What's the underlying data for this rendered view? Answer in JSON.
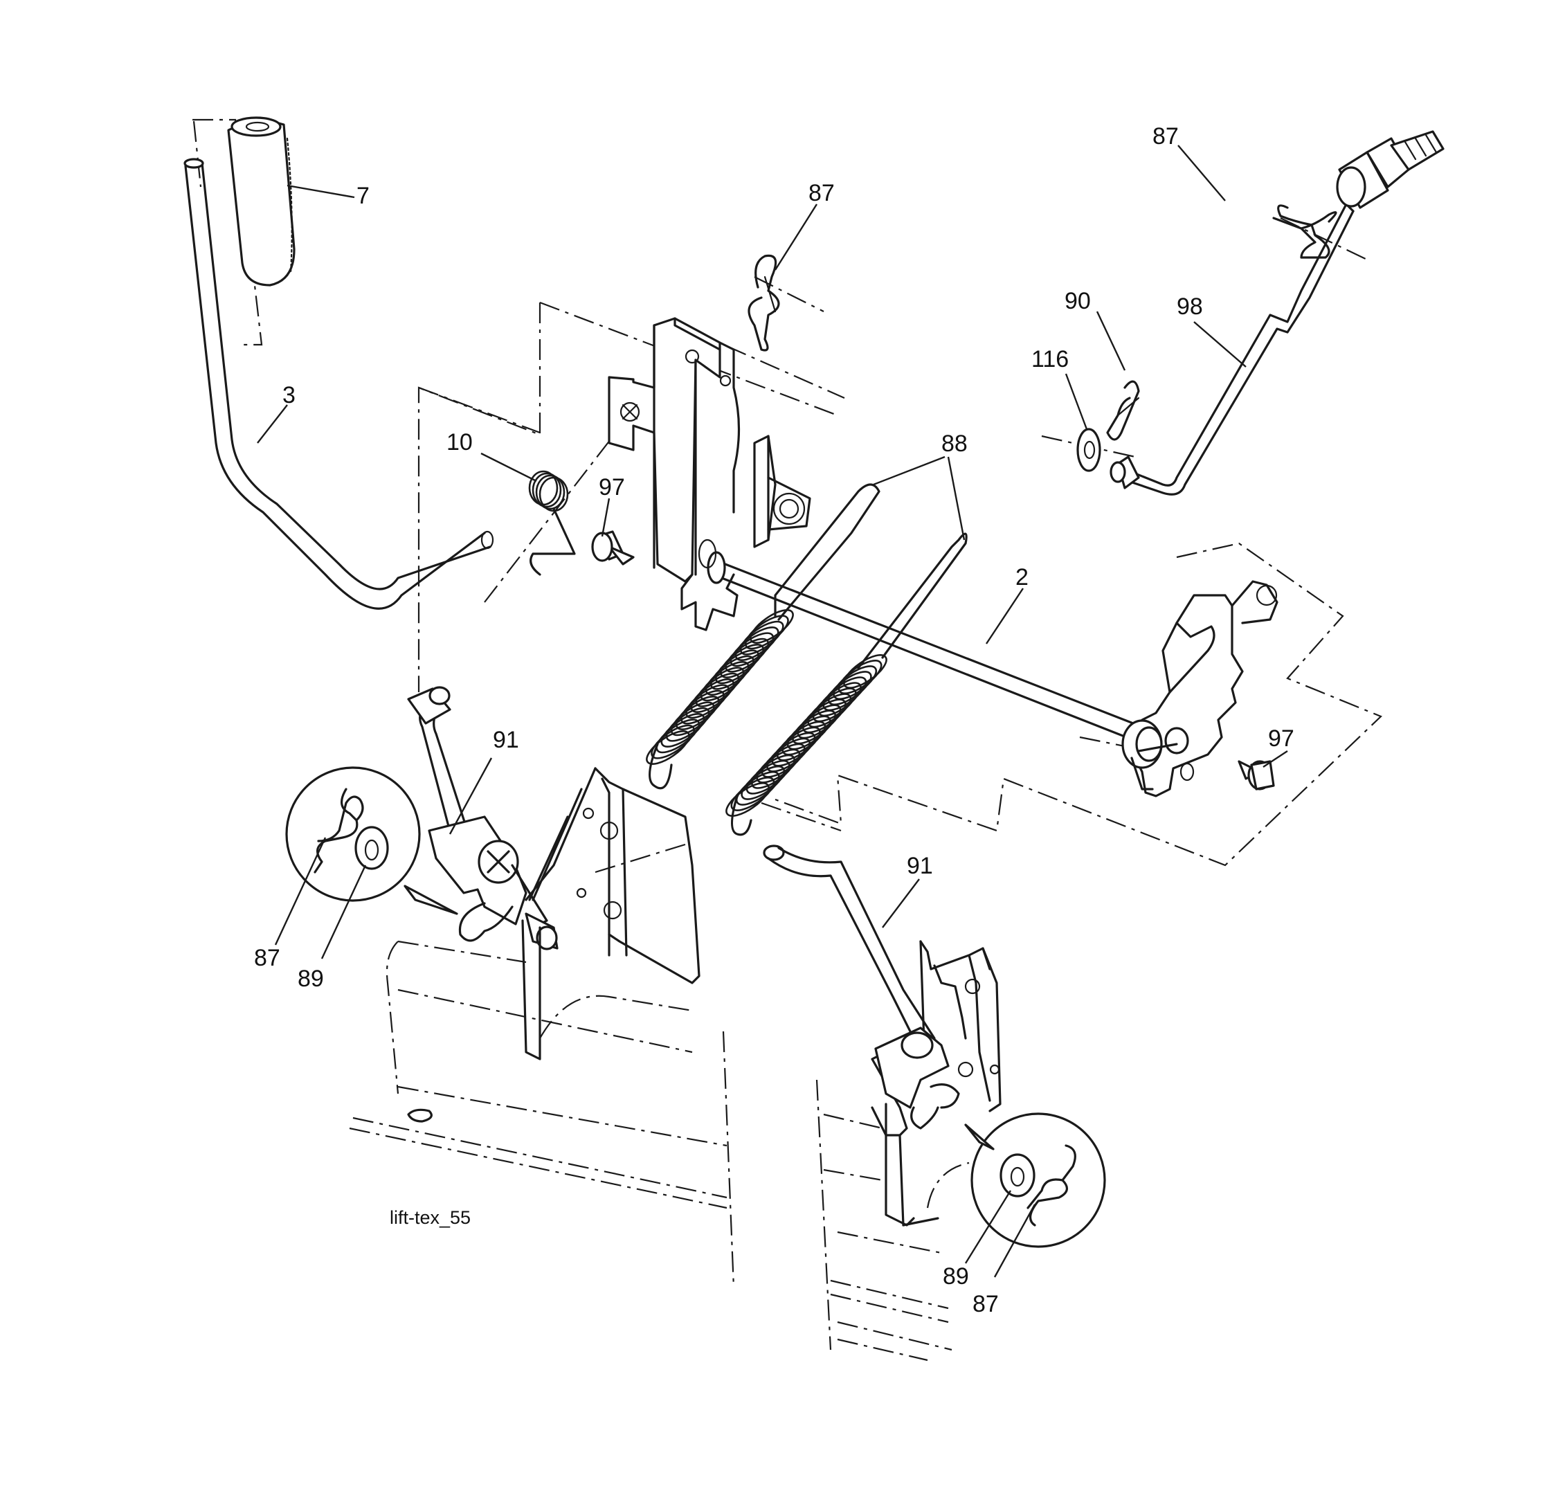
{
  "figure": {
    "label": "lift-tex_55"
  },
  "callouts": [
    {
      "id": "c-7",
      "text": "7"
    },
    {
      "id": "c-3",
      "text": "3"
    },
    {
      "id": "c-87-top",
      "text": "87"
    },
    {
      "id": "c-87-topright",
      "text": "87"
    },
    {
      "id": "c-90",
      "text": "90"
    },
    {
      "id": "c-98",
      "text": "98"
    },
    {
      "id": "c-116",
      "text": "116"
    },
    {
      "id": "c-10",
      "text": "10"
    },
    {
      "id": "c-97-left",
      "text": "97"
    },
    {
      "id": "c-88",
      "text": "88"
    },
    {
      "id": "c-2",
      "text": "2"
    },
    {
      "id": "c-97-right",
      "text": "97"
    },
    {
      "id": "c-91-left",
      "text": "91"
    },
    {
      "id": "c-91-right",
      "text": "91"
    },
    {
      "id": "c-87-left-detail",
      "text": "87"
    },
    {
      "id": "c-89-left-detail",
      "text": "89"
    },
    {
      "id": "c-89-right-detail",
      "text": "89"
    },
    {
      "id": "c-87-right-detail",
      "text": "87"
    }
  ]
}
